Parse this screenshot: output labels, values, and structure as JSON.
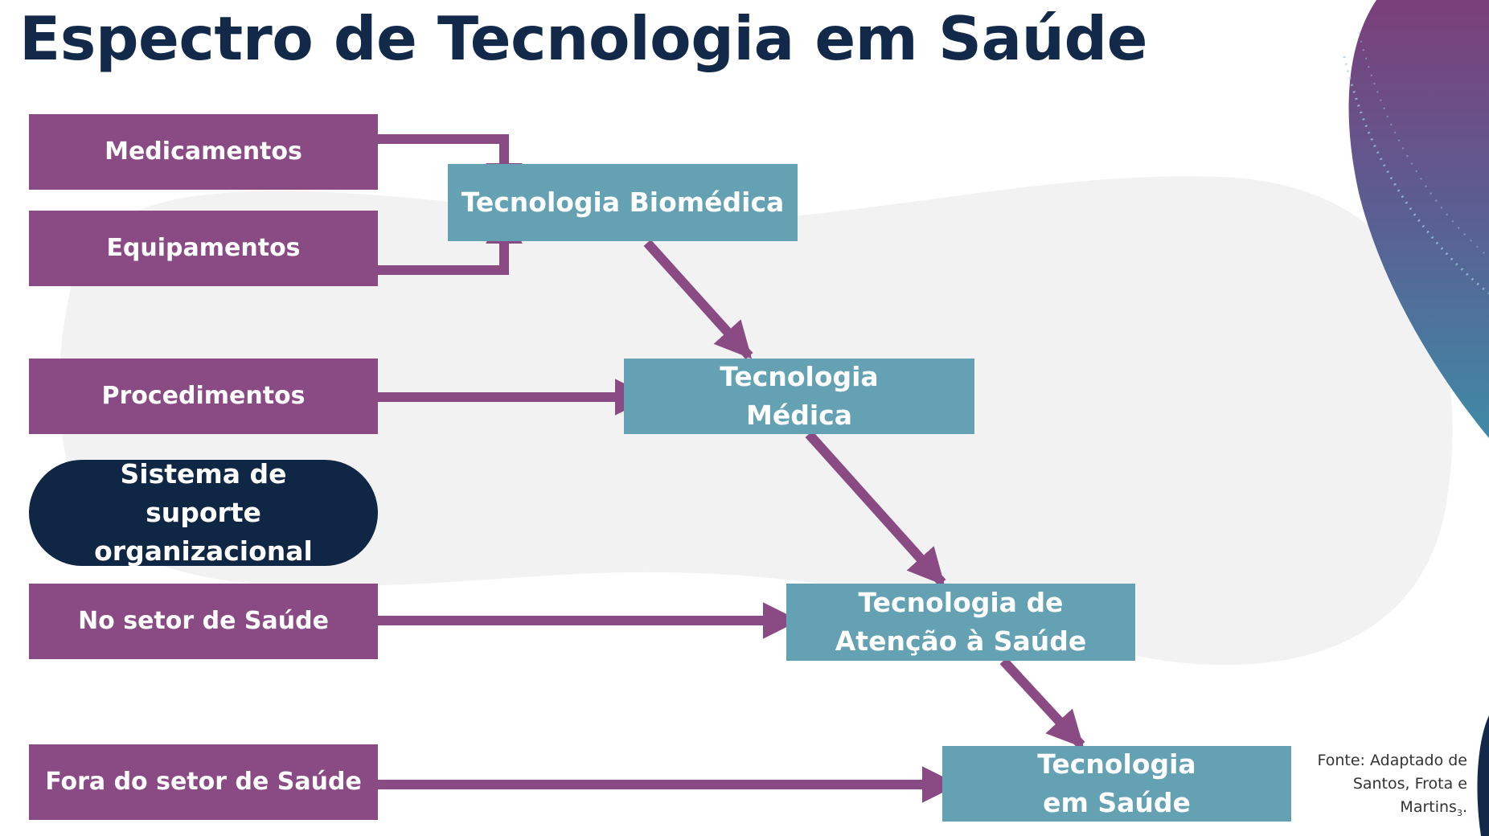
{
  "slide": {
    "title": "Espectro de Tecnologia em Saúde"
  },
  "categories": {
    "medicamentos": "Medicamentos",
    "equipamentos": "Equipamentos",
    "procedimentos": "Procedimentos",
    "sistema_suporte": "Sistema de suporte organizacional",
    "setor_saude": "No setor de Saúde",
    "fora_setor": "Fora do setor de Saúde"
  },
  "levels": {
    "biomedica": "Tecnologia Biomédica",
    "medica": "Tecnologia Médica",
    "atencao": "Tecnologia de Atenção à Saúde",
    "saude": "Tecnologia em Saúde"
  },
  "source_note": "Fonte: Adaptado de Santos, Frota e Martins",
  "source_ref": "3",
  "colors": {
    "title": "#13294a",
    "category_box": "#8a4b84",
    "level_box": "#64a1b3",
    "support_box": "#0f2645",
    "arrow": "#8a4b84"
  }
}
